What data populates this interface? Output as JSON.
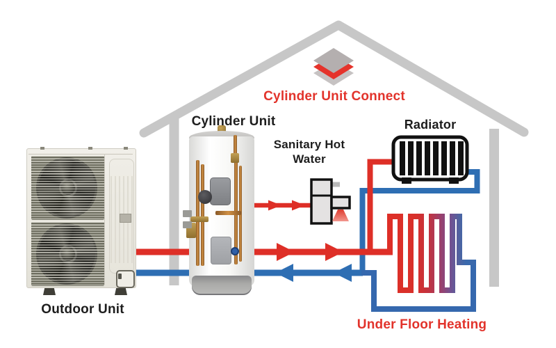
{
  "diagram": {
    "labels": {
      "connect": "Cylinder Unit Connect",
      "cylinder_unit": "Cylinder Unit",
      "sanitary_hot_water": "Sanitary Hot Water",
      "radiator": "Radiator",
      "outdoor_unit": "Outdoor Unit",
      "under_floor_heating": "Under Floor Heating"
    },
    "colors": {
      "hot_pipe_red": "#de2f27",
      "return_pipe_blue": "#2e6eb3",
      "house_gray": "#c7c7c7",
      "accent_red_text": "#e2332b",
      "black_text": "#1d1d1d",
      "underfloor_gradient_end": "#3a69ac"
    },
    "icons": {
      "layers": "layers-stack-icon",
      "radiator": "radiator-icon",
      "tap": "hot-water-tap-icon",
      "fan": "fan-icon"
    }
  }
}
